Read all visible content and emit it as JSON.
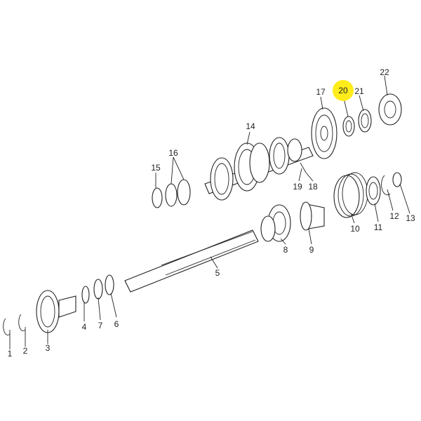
{
  "diagram": {
    "highlight_color": "#ffec1a",
    "highlighted_part": "20",
    "callouts": [
      {
        "id": "p1",
        "label": "1"
      },
      {
        "id": "p2",
        "label": "2"
      },
      {
        "id": "p3",
        "label": "3"
      },
      {
        "id": "p4",
        "label": "4"
      },
      {
        "id": "p5",
        "label": "5"
      },
      {
        "id": "p6",
        "label": "6"
      },
      {
        "id": "p7",
        "label": "7"
      },
      {
        "id": "p8",
        "label": "8"
      },
      {
        "id": "p9",
        "label": "9"
      },
      {
        "id": "p10",
        "label": "10"
      },
      {
        "id": "p11",
        "label": "11"
      },
      {
        "id": "p12",
        "label": "12"
      },
      {
        "id": "p13",
        "label": "13"
      },
      {
        "id": "p14",
        "label": "14"
      },
      {
        "id": "p15",
        "label": "15"
      },
      {
        "id": "p16",
        "label": "16"
      },
      {
        "id": "p17",
        "label": "17"
      },
      {
        "id": "p18",
        "label": "18"
      },
      {
        "id": "p19",
        "label": "19"
      },
      {
        "id": "p20",
        "label": "20"
      },
      {
        "id": "p21",
        "label": "21"
      },
      {
        "id": "p22",
        "label": "22"
      }
    ]
  }
}
